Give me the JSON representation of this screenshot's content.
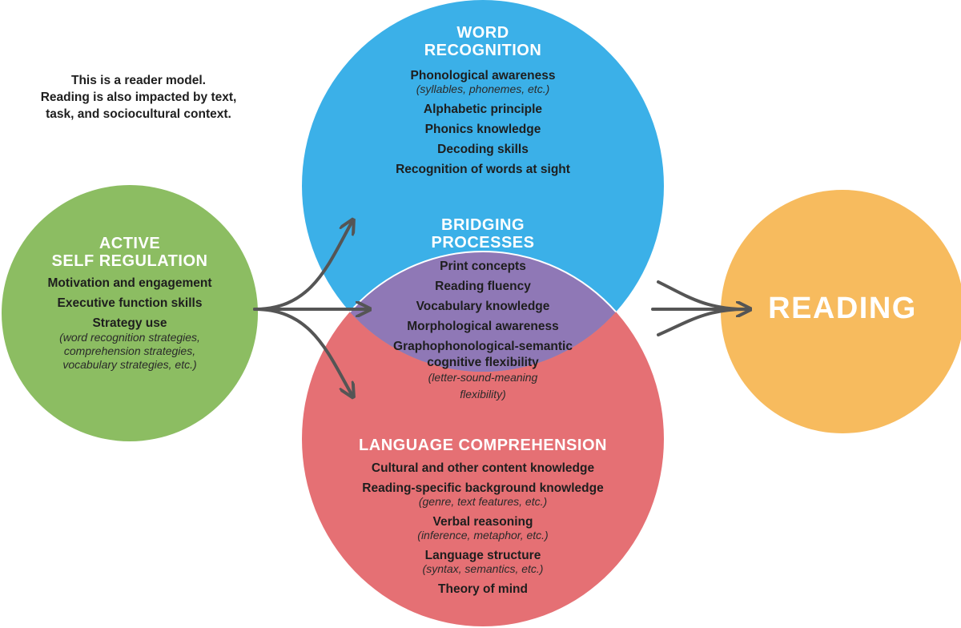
{
  "intro": {
    "lines": [
      "This is a reader model.",
      "Reading is also impacted by text,",
      "task, and sociocultural context."
    ]
  },
  "word_recognition": {
    "title_lines": [
      "WORD",
      "RECOGNITION"
    ],
    "items": [
      {
        "label": "Phonological awareness",
        "note": "(syllables, phonemes, etc.)"
      },
      {
        "label": "Alphabetic principle"
      },
      {
        "label": "Phonics knowledge"
      },
      {
        "label": "Decoding skills"
      },
      {
        "label": "Recognition of words at sight"
      }
    ]
  },
  "bridging_processes": {
    "title_lines": [
      "BRIDGING",
      "PROCESSES"
    ],
    "items": [
      {
        "label": "Print concepts"
      },
      {
        "label": "Reading fluency"
      },
      {
        "label": "Vocabulary knowledge"
      },
      {
        "label": "Morphological awareness"
      },
      {
        "label": "Graphophonological-semantic",
        "label2": "cognitive flexibility",
        "note": "(letter-sound-meaning",
        "note2": "flexibility)"
      }
    ]
  },
  "language_comprehension": {
    "title": "LANGUAGE COMPREHENSION",
    "items": [
      {
        "label": "Cultural and other content knowledge"
      },
      {
        "label": "Reading-specific background knowledge",
        "note": "(genre, text features, etc.)"
      },
      {
        "label": "Verbal reasoning",
        "note": "(inference, metaphor, etc.)"
      },
      {
        "label": "Language structure",
        "note": "(syntax, semantics, etc.)"
      },
      {
        "label": "Theory of mind"
      }
    ]
  },
  "active_self_regulation": {
    "title_lines": [
      "ACTIVE",
      "SELF REGULATION"
    ],
    "items": [
      {
        "label": "Motivation and engagement"
      },
      {
        "label": "Executive function skills"
      },
      {
        "label": "Strategy use",
        "notes": [
          "(word recognition strategies,",
          "comprehension strategies,",
          "vocabulary strategies, etc.)"
        ]
      }
    ]
  },
  "reading": {
    "label": "READING"
  },
  "colors": {
    "word_recognition": "#3bb0e8",
    "language_comprehension": "#e57074",
    "bridging": "#8f78b6",
    "self_regulation": "#8cbd62",
    "reading": "#f7bb5e",
    "arrow": "#555555"
  }
}
